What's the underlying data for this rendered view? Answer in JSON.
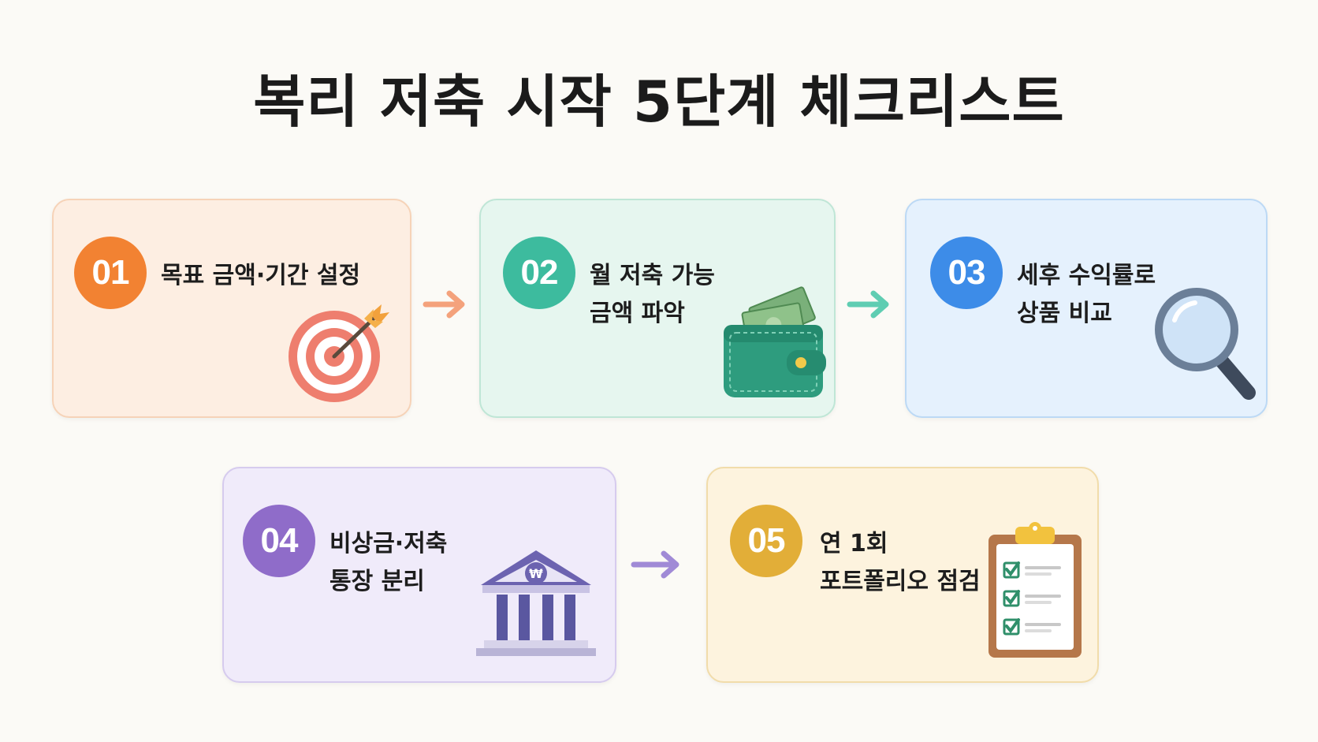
{
  "title": "복리 저축 시작 5단계 체크리스트",
  "steps": [
    {
      "number": "01",
      "lines": [
        "목표 금액·기간 설정"
      ],
      "color": "#f28232",
      "bg": "#fdeee2",
      "border": "#f6d3b8",
      "icon": "target-icon"
    },
    {
      "number": "02",
      "lines": [
        "월 저축 가능",
        "금액 파악"
      ],
      "color": "#3dbb9e",
      "bg": "#e6f6ef",
      "border": "#bfe6d6",
      "icon": "wallet-icon"
    },
    {
      "number": "03",
      "lines": [
        "세후 수익률로",
        "상품 비교"
      ],
      "color": "#3d8ce8",
      "bg": "#e5f1fd",
      "border": "#bcd9f5",
      "icon": "magnifier-icon"
    },
    {
      "number": "04",
      "lines": [
        "비상금·저축",
        "통장 분리"
      ],
      "color": "#8f6cc9",
      "bg": "#f0ebfa",
      "border": "#d6cbee",
      "icon": "bank-icon"
    },
    {
      "number": "05",
      "lines": [
        "연 1회",
        "포트폴리오 점검"
      ],
      "color": "#e2ae38",
      "bg": "#fdf3de",
      "border": "#f1dcaa",
      "icon": "clipboard-checklist-icon"
    }
  ],
  "bank_symbol": "₩",
  "arrow_colors": [
    "#f4a27c",
    "#5fcdb2",
    "#a08ad6"
  ]
}
